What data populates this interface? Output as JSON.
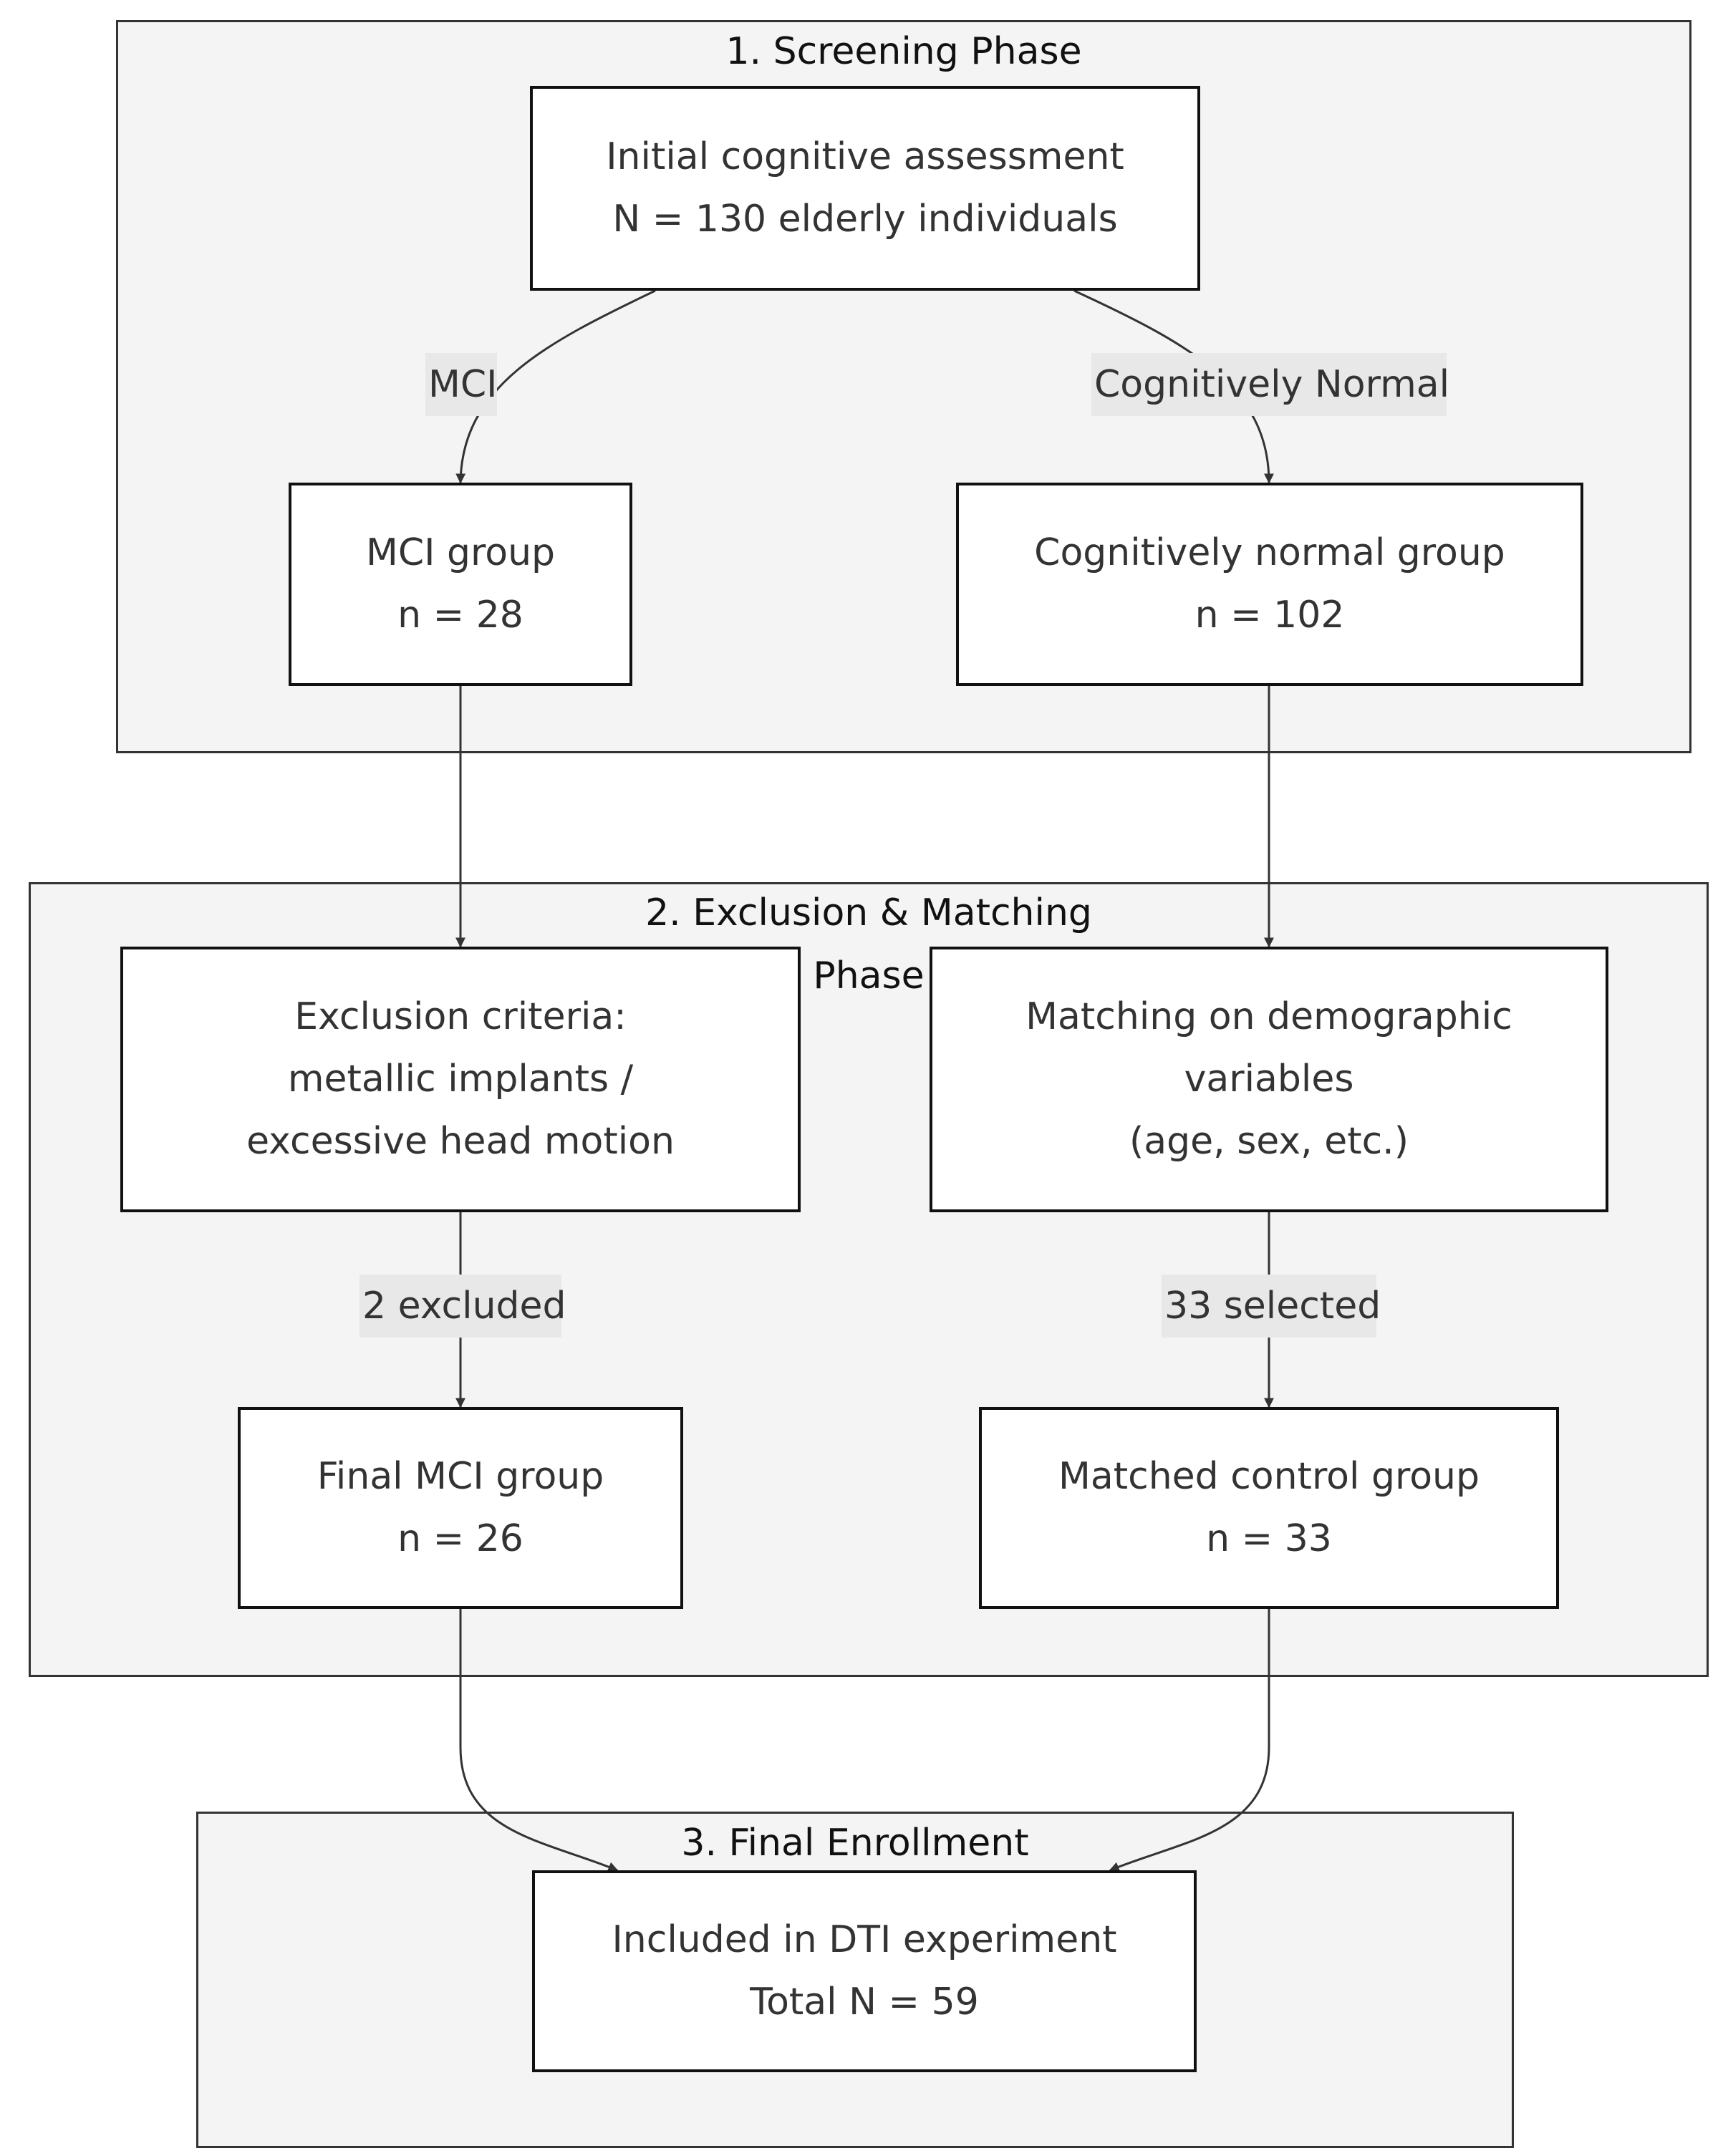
{
  "phases": {
    "screening": {
      "title": "1. Screening Phase"
    },
    "exclusion_matching": {
      "title_line1": "2. Exclusion & Matching",
      "title_line2": "Phase"
    },
    "final_enrollment": {
      "title": "3. Final Enrollment"
    }
  },
  "nodes": {
    "initial_assessment": {
      "line1": "Initial cognitive assessment",
      "line2": "N = 130 elderly individuals"
    },
    "mci_group": {
      "line1": "MCI group",
      "line2": "n = 28"
    },
    "cognitively_normal_group": {
      "line1": "Cognitively normal group",
      "line2": "n = 102"
    },
    "exclusion_criteria": {
      "line1": "Exclusion criteria:",
      "line2": "metallic implants /",
      "line3": "excessive head motion"
    },
    "matching": {
      "line1": "Matching on demographic",
      "line2": "variables",
      "line3": "(age, sex, etc.)"
    },
    "final_mci_group": {
      "line1": "Final MCI group",
      "line2": "n = 26"
    },
    "matched_control_group": {
      "line1": "Matched control group",
      "line2": "n = 33"
    },
    "included_dti": {
      "line1": "Included in DTI experiment",
      "line2": "Total N = 59"
    }
  },
  "edge_labels": {
    "mci": "MCI",
    "cognitively_normal": "Cognitively Normal",
    "excluded": "2 excluded",
    "selected": "33 selected"
  },
  "colors": {
    "panel_fill": "#f4f4f4",
    "panel_border": "#333333",
    "node_border": "#111111",
    "edge_label_fill": "#e8e8e8",
    "edge_stroke": "#333333"
  }
}
